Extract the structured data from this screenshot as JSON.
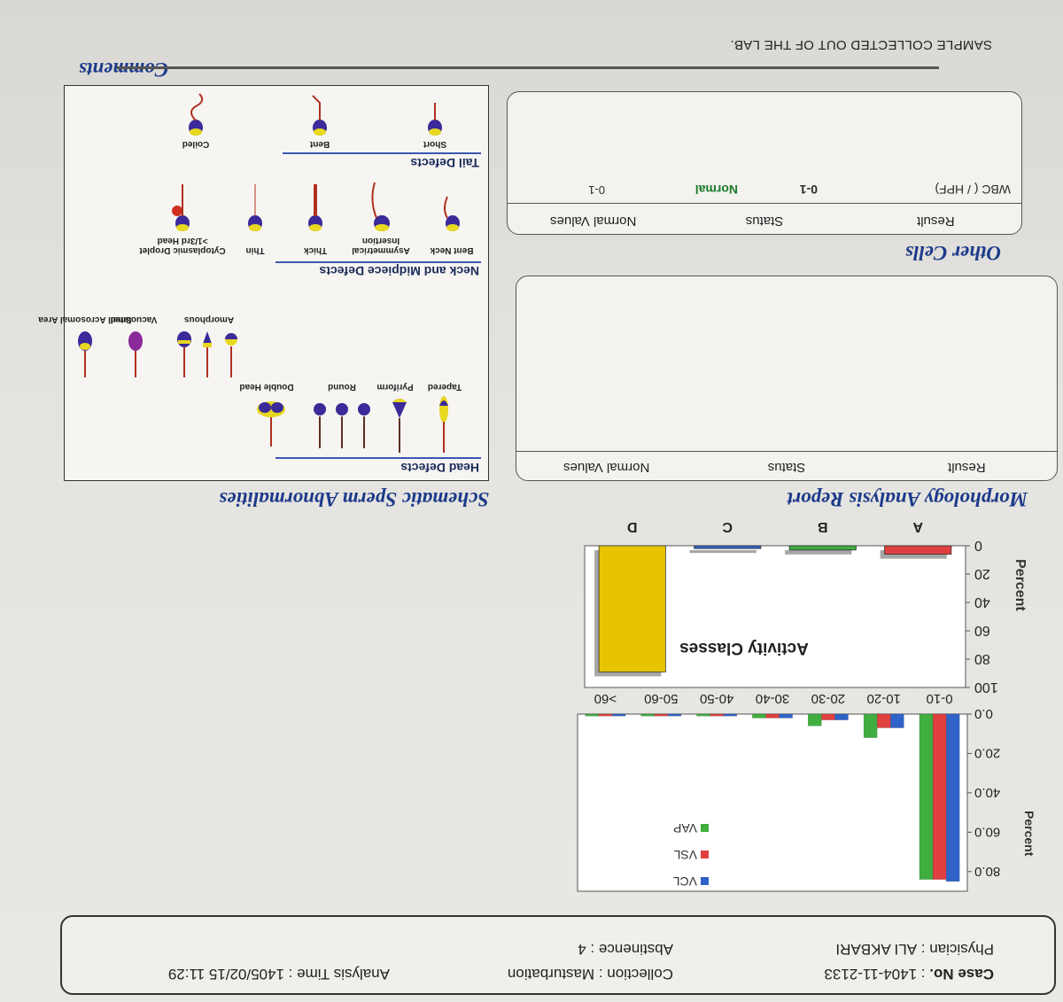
{
  "header": {
    "case_no_label": "Case No.",
    "case_no": "1404-11-2133",
    "collection_label": "Collection",
    "collection": "Masturbation",
    "analysis_time_label": "Analysis Time",
    "analysis_time": "1405/02/15  11:29",
    "physician_label": "Physician",
    "physician": "ALI AKBARI",
    "abstinence_label": "Abstinence",
    "abstinence": "4"
  },
  "chart_data": [
    {
      "type": "bar",
      "categories": [
        "0-10",
        "10-20",
        "20-30",
        "30-40",
        "40-50",
        "50-60",
        ">60"
      ],
      "series": [
        {
          "name": "VCL",
          "values": [
            85,
            7,
            3,
            2,
            1,
            1,
            1
          ]
        },
        {
          "name": "VSL",
          "values": [
            84,
            7,
            3,
            2,
            1,
            1,
            1
          ]
        },
        {
          "name": "VAP",
          "values": [
            84,
            12,
            6,
            2,
            1,
            1,
            1
          ]
        }
      ],
      "ylabel": "Percent",
      "yticks": [
        "0.0",
        "20.0",
        "40.0",
        "60.0",
        "80.0"
      ],
      "ylim": [
        0,
        90
      ],
      "legend": "top-right",
      "grid": false
    },
    {
      "type": "bar",
      "title": "Activity Classes",
      "categories": [
        "A",
        "B",
        "C",
        "D"
      ],
      "values": [
        6,
        3,
        2,
        89
      ],
      "colors": [
        "#e04040",
        "#3fae3f",
        "#2f63c8",
        "#e8c300"
      ],
      "ylabel": "Percent",
      "yticks": [
        "0",
        "20",
        "40",
        "60",
        "80",
        "100"
      ],
      "ylim": [
        0,
        100
      ]
    }
  ],
  "morphology": {
    "title": "Morphology Analysis Report",
    "columns": [
      "Result",
      "Status",
      "Normal Values"
    ]
  },
  "other_cells": {
    "title": "Other Cells",
    "columns": [
      "Result",
      "Status",
      "Normal Values"
    ],
    "rows": [
      {
        "name": "WBC ( / HPF)",
        "result": "0-1",
        "status": "Normal",
        "normal": "0-1"
      }
    ]
  },
  "schematic": {
    "title": "Schematic Sperm Abnormalities",
    "head_title": "Head Defects",
    "head": [
      "Tapered",
      "Pyriform",
      "Round",
      "Double Head",
      "Amorphous",
      "Vacuolated",
      "Small Acrosomal Area"
    ],
    "neck_title": "Neck and Midpiece Defects",
    "neck": [
      "Bent Neck",
      "Asymmetrical Insertion",
      "Thick",
      "Thin",
      "Cytoplasmic Droplet >1/3rd Head"
    ],
    "tail_title": "Tail Defects",
    "tail": [
      "Short",
      "Bent",
      "Coiled"
    ]
  },
  "comments": {
    "title": "Comments",
    "text": "SAMPLE COLLECTED OUT OF THE LAB."
  },
  "colors": {
    "accent": "#1c3a8a",
    "head": "#3a2a9a",
    "acrosome": "#e8d820",
    "tail": "#c8502a"
  }
}
